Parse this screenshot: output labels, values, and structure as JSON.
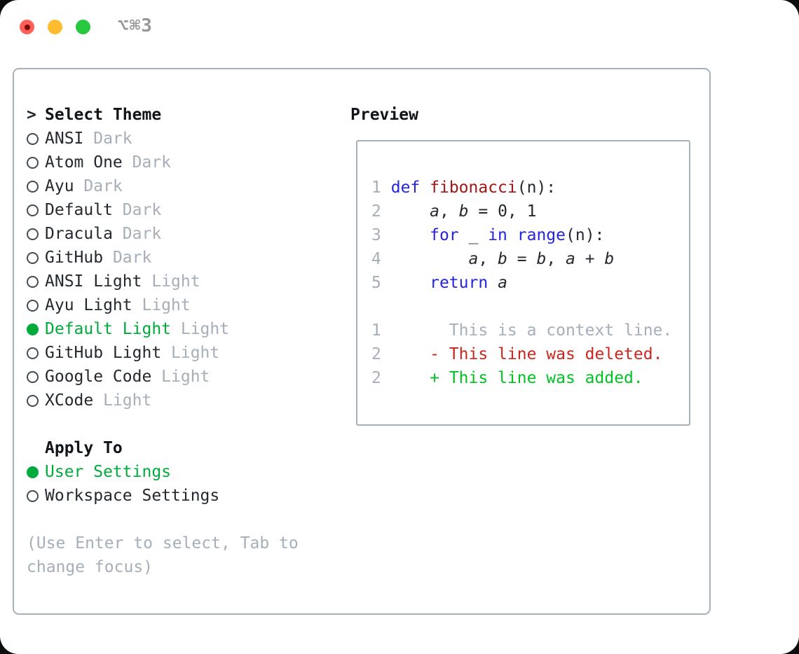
{
  "window": {
    "shortcut_label": "⌥⌘3"
  },
  "titlebar": {
    "buttons": [
      {
        "name": "close",
        "color": "#ff5f57"
      },
      {
        "name": "minimize",
        "color": "#febc2e"
      },
      {
        "name": "zoom",
        "color": "#28c840"
      }
    ]
  },
  "theme_panel": {
    "title_prefix": ">",
    "title": "Select Theme",
    "themes": [
      {
        "name": "ANSI",
        "tag": "Dark",
        "selected": false
      },
      {
        "name": "Atom One",
        "tag": "Dark",
        "selected": false
      },
      {
        "name": "Ayu",
        "tag": "Dark",
        "selected": false
      },
      {
        "name": "Default",
        "tag": "Dark",
        "selected": false
      },
      {
        "name": "Dracula",
        "tag": "Dark",
        "selected": false
      },
      {
        "name": "GitHub",
        "tag": "Dark",
        "selected": false
      },
      {
        "name": "ANSI Light",
        "tag": "Light",
        "selected": false
      },
      {
        "name": "Ayu Light",
        "tag": "Light",
        "selected": false
      },
      {
        "name": "Default Light",
        "tag": "Light",
        "selected": true
      },
      {
        "name": "GitHub Light",
        "tag": "Light",
        "selected": false
      },
      {
        "name": "Google Code",
        "tag": "Light",
        "selected": false
      },
      {
        "name": "XCode",
        "tag": "Light",
        "selected": false
      }
    ],
    "apply_to": {
      "title": "Apply To",
      "options": [
        {
          "name": "User Settings",
          "selected": true
        },
        {
          "name": "Workspace Settings",
          "selected": false
        }
      ]
    },
    "hint_line1": "(Use Enter to select, Tab to",
    "hint_line2": "change focus)"
  },
  "preview": {
    "title": "Preview",
    "lines": [
      {
        "num": "1",
        "segments": [
          {
            "t": " ",
            "c": "p"
          },
          {
            "t": "def",
            "c": "kw"
          },
          {
            "t": " ",
            "c": "p"
          },
          {
            "t": "fibonacci",
            "c": "fn"
          },
          {
            "t": "(n):",
            "c": "p"
          }
        ]
      },
      {
        "num": "2",
        "segments": [
          {
            "t": "     ",
            "c": "p"
          },
          {
            "t": "a",
            "c": "var"
          },
          {
            "t": ", ",
            "c": "p"
          },
          {
            "t": "b",
            "c": "var"
          },
          {
            "t": " = 0, 1",
            "c": "p"
          }
        ]
      },
      {
        "num": "3",
        "segments": [
          {
            "t": "     ",
            "c": "p"
          },
          {
            "t": "for",
            "c": "kw"
          },
          {
            "t": " _ ",
            "c": "p"
          },
          {
            "t": "in",
            "c": "kw"
          },
          {
            "t": " ",
            "c": "p"
          },
          {
            "t": "range",
            "c": "kw"
          },
          {
            "t": "(n):",
            "c": "p"
          }
        ]
      },
      {
        "num": "4",
        "segments": [
          {
            "t": "         ",
            "c": "p"
          },
          {
            "t": "a",
            "c": "var"
          },
          {
            "t": ", ",
            "c": "p"
          },
          {
            "t": "b",
            "c": "var"
          },
          {
            "t": " = ",
            "c": "p"
          },
          {
            "t": "b",
            "c": "var"
          },
          {
            "t": ", ",
            "c": "p"
          },
          {
            "t": "a",
            "c": "var"
          },
          {
            "t": " + ",
            "c": "p"
          },
          {
            "t": "b",
            "c": "var"
          }
        ]
      },
      {
        "num": "5",
        "segments": [
          {
            "t": "     ",
            "c": "p"
          },
          {
            "t": "return",
            "c": "kw"
          },
          {
            "t": " ",
            "c": "p"
          },
          {
            "t": "a",
            "c": "var"
          }
        ]
      },
      {
        "blank": true
      },
      {
        "num": "1",
        "segments": [
          {
            "t": "       This is a context line.",
            "c": "ctx"
          }
        ]
      },
      {
        "num": "2",
        "segments": [
          {
            "t": "     - This line was deleted.",
            "c": "del"
          }
        ]
      },
      {
        "num": "2",
        "segments": [
          {
            "t": "     + This line was added.",
            "c": "add"
          }
        ]
      }
    ]
  },
  "colors": {
    "accent-green": "#00ab3c",
    "added-green": "#00c322",
    "deleted-red": "#c9271d",
    "keyword-blue": "#2424e0",
    "function-red": "#a31515",
    "muted": "#a6aeb9",
    "text": "#24292f",
    "border": "#a8b0bb",
    "traffic-red": "#ff5f57",
    "traffic-yellow": "#febc2e",
    "traffic-green": "#28c840"
  }
}
